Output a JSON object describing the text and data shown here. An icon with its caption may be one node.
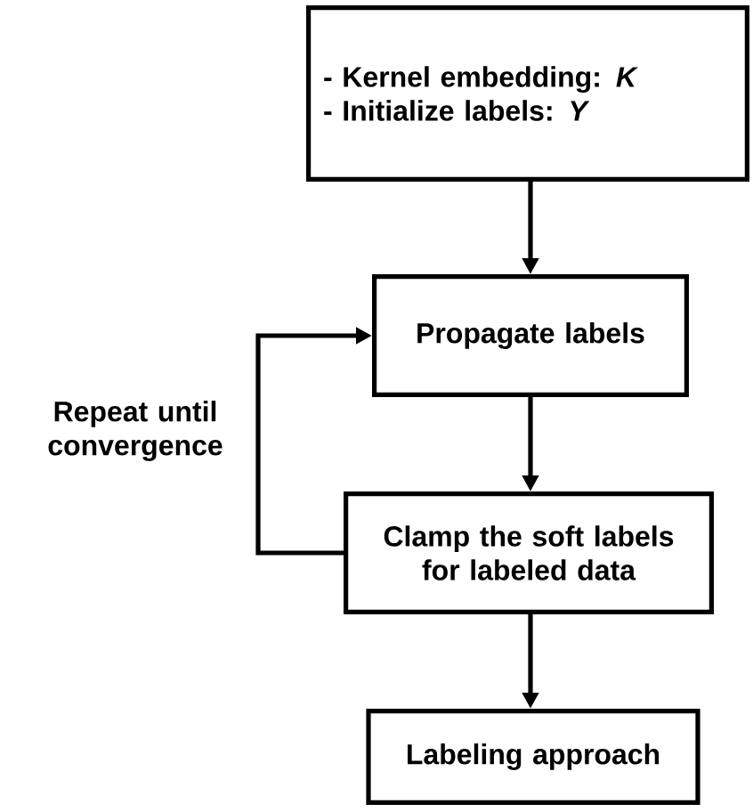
{
  "diagram": {
    "nodes": [
      {
        "text": [
          "- Kernel embedding: *K*",
          "- Initialize labels: *Y*"
        ]
      },
      {
        "text": [
          "Propagate labels"
        ]
      },
      {
        "text": [
          "Clamp the soft labels for labeled data"
        ]
      },
      {
        "text": [
          "Labeling approach"
        ]
      }
    ],
    "edges": [
      {
        "from": 0,
        "to": 1,
        "arrow": "to"
      },
      {
        "from": 1,
        "to": 2,
        "arrow": "to"
      },
      {
        "from": 2,
        "to": 3,
        "arrow": "to"
      },
      {
        "from": 2,
        "to": 1,
        "arrow": "to",
        "label": "Repeat until convergence"
      }
    ]
  }
}
